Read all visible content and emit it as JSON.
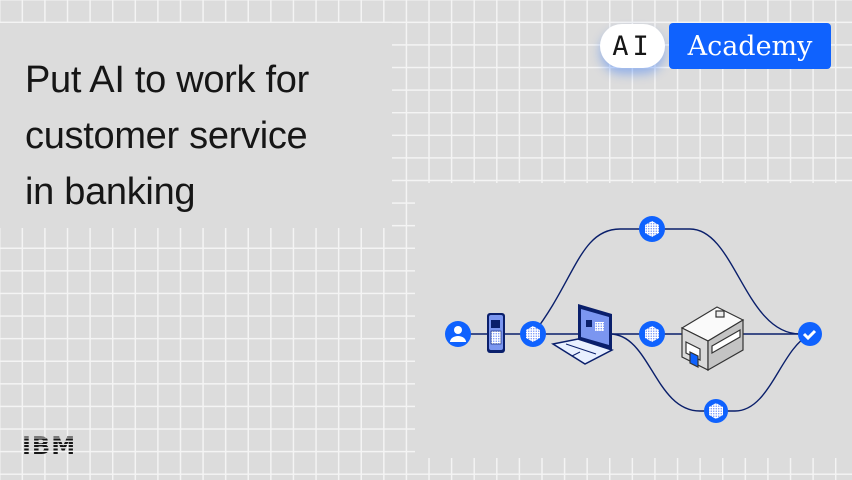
{
  "headline": {
    "lines": [
      "Put AI to work for",
      "customer service",
      "in banking"
    ]
  },
  "badge": {
    "ai": "AI",
    "academy": "Academy"
  },
  "logo": {
    "text": "IBM"
  },
  "colors": {
    "accent": "#0f62fe",
    "line": "#0a1f6b",
    "background": "#dcdcdc",
    "grid": "#f4f4f4"
  },
  "diagram": {
    "icons": [
      "user-icon",
      "phone-icon",
      "node-icon",
      "laptop-icon",
      "node-icon",
      "building-icon",
      "node-icon",
      "node-icon",
      "checkmark-icon"
    ]
  }
}
